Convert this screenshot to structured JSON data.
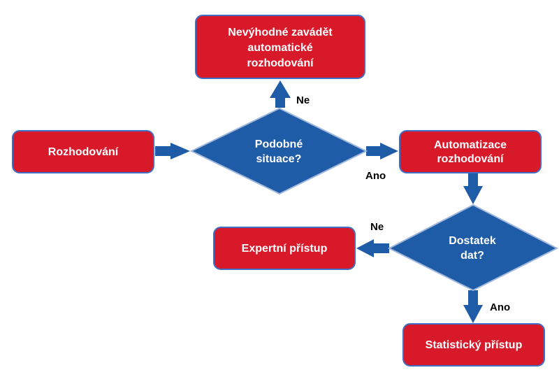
{
  "colors": {
    "box_fill": "#d7192a",
    "box_border": "#3f6fc4",
    "diamond_fill": "#1f5ca8",
    "diamond_border": "#9fb6dc",
    "arrow": "#1f5ca8",
    "node_text": "#ffffff",
    "label_text": "#000000"
  },
  "nodes": {
    "decision_making": {
      "lines": [
        "Rozhodování"
      ]
    },
    "similar_situations": {
      "lines": [
        "Podobné",
        "situace?"
      ]
    },
    "not_worth_automating": {
      "lines": [
        "Nevýhodné zavádět",
        "automatické",
        "rozhodování"
      ]
    },
    "decision_automation": {
      "lines": [
        "Automatizace",
        "rozhodování"
      ]
    },
    "enough_data": {
      "lines": [
        "Dostatek",
        "dat?"
      ]
    },
    "expert_approach": {
      "lines": [
        "Expertní přístup"
      ]
    },
    "statistical_approach": {
      "lines": [
        "Statistický přístup"
      ]
    }
  },
  "edge_labels": {
    "similar_no": "Ne",
    "similar_yes": "Ano",
    "data_no": "Ne",
    "data_yes": "Ano"
  }
}
